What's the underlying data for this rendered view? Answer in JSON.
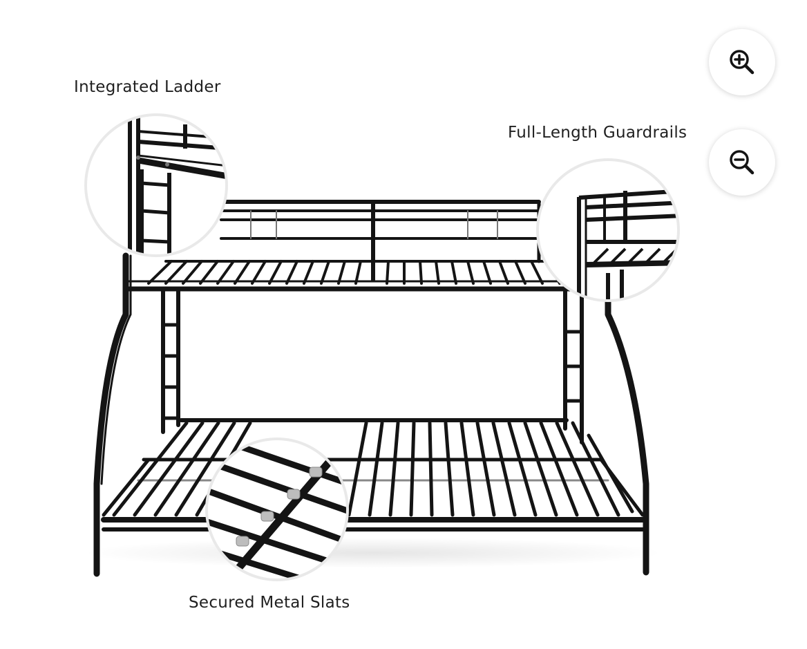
{
  "image": {
    "alt": "Black metal twin over full bunk bed",
    "callouts": {
      "ladder": "Integrated Ladder",
      "guardrails": "Full-Length Guardrails",
      "slats": "Secured Metal Slats"
    }
  },
  "controls": {
    "zoom_in_icon": "zoom-in-icon",
    "zoom_out_icon": "zoom-out-icon"
  },
  "colors": {
    "frame": "#141414",
    "label": "#1f1f1f",
    "background": "#ffffff"
  }
}
